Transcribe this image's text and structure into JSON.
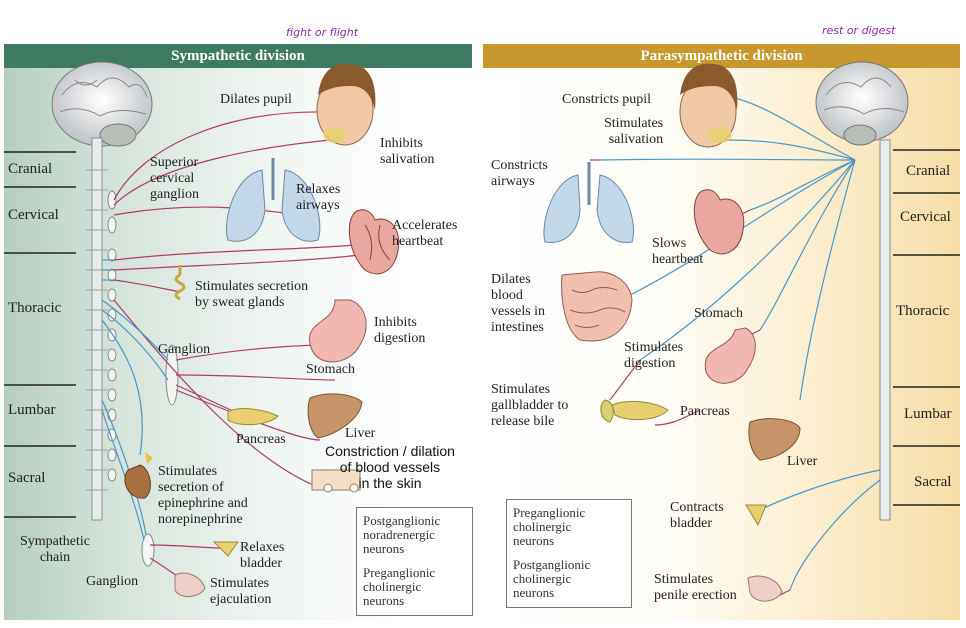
{
  "annotations": {
    "left": "fight or flight",
    "right": "rest or digest"
  },
  "sympathetic": {
    "title": "Sympathetic division",
    "regions": [
      "Cranial",
      "Cervical",
      "Thoracic",
      "Lumbar",
      "Sacral"
    ],
    "labels": {
      "dilates_pupil": "Dilates pupil",
      "inhibits_salivation": "Inhibits\nsalivation",
      "superior_ganglion": "Superior\ncervical\nganglion",
      "relaxes_airways": "Relaxes\nairways",
      "accelerates_heartbeat": "Accelerates\nheartbeat",
      "sweat": "Stimulates secretion\nby sweat glands",
      "inhibits_digestion": "Inhibits\ndigestion",
      "ganglion1": "Ganglion",
      "stomach": "Stomach",
      "pancreas": "Pancreas",
      "liver": "Liver",
      "skin_note": "Constriction / dilation\nof blood vessels\nin the skin",
      "adrenal": "Stimulates\nsecretion of\nepinephrine and\nnorepinephrine",
      "relaxes_bladder": "Relaxes\nbladder",
      "chain": "Sympathetic\nchain",
      "ganglion2": "Ganglion",
      "ejaculation": "Stimulates\nejaculation"
    },
    "legend": {
      "post": "Postganglionic\nnoradrenergic\nneurons",
      "pre": "Preganglionic\ncholinergic\nneurons"
    }
  },
  "parasympathetic": {
    "title": "Parasympathetic division",
    "regions": [
      "Cranial",
      "Cervical",
      "Thoracic",
      "Lumbar",
      "Sacral"
    ],
    "labels": {
      "constricts_pupil": "Constricts pupil",
      "stimulates_salivation": "Stimulates\nsalivation",
      "constricts_airways": "Constricts\nairways",
      "slows_heartbeat": "Slows\nheartbeat",
      "dilates_vessels": "Dilates\nblood\nvessels in\nintestines",
      "stomach": "Stomach",
      "stimulates_digestion": "Stimulates\ndigestion",
      "gallbladder": "Stimulates\ngallbladder to\nrelease bile",
      "pancreas": "Pancreas",
      "liver": "Liver",
      "contracts_bladder": "Contracts\nbladder",
      "penile": "Stimulates\npenile erection"
    },
    "legend": {
      "pre": "Preganglionic\ncholinergic\nneurons",
      "post": "Postganglionic\ncholinergic\nneurons"
    }
  },
  "colors": {
    "sympathetic_header": "#3f7a63",
    "parasympathetic_header": "#c6982d",
    "postganglionic": "#b03a6a",
    "preganglionic": "#4a98c9"
  }
}
